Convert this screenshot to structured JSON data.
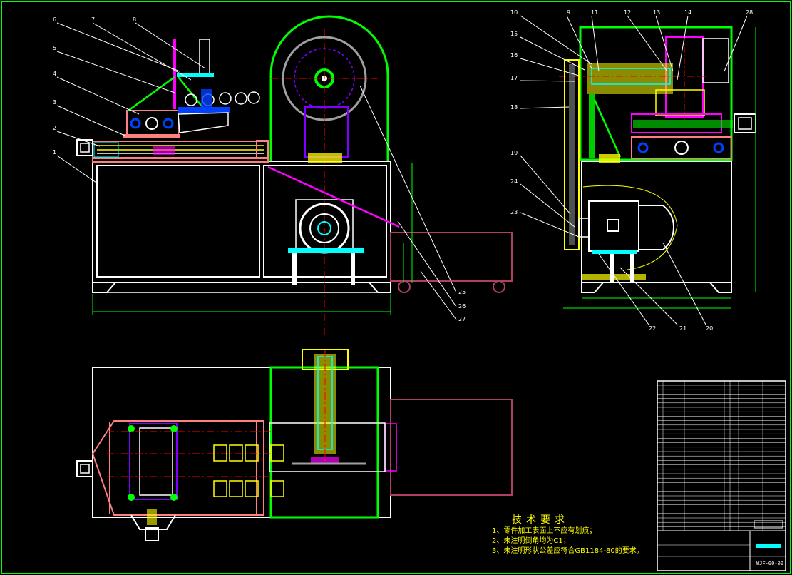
{
  "colors": {
    "background": "#000000",
    "frame": "#00ff00",
    "outline": "#ffffff",
    "base": "#ff8080",
    "leader": "#ffffff",
    "magenta": "#ff00ff",
    "purple": "#8000ff",
    "yellow": "#ffff00",
    "cyan": "#00ffff",
    "blue": "#0040ff",
    "red": "#ff0000",
    "maroon": "#b04060",
    "gray": "#a0a0a0"
  },
  "front_view_labels": [
    "1",
    "2",
    "3",
    "4",
    "5",
    "6",
    "7",
    "8",
    "25",
    "26",
    "27"
  ],
  "side_view_labels": [
    "9",
    "10",
    "11",
    "12",
    "13",
    "14",
    "15",
    "16",
    "17",
    "18",
    "19",
    "20",
    "21",
    "22",
    "23",
    "24",
    "28"
  ],
  "technical_requirements": {
    "title": "技术要求",
    "items": [
      "1、零件加工表面上不应有划痕；",
      "2、未注明倒角均为C1；",
      "3、未注明形状公差应符合GB1184-80的要求。"
    ]
  },
  "title_block": {
    "drawing_code": "WJF-00-00"
  }
}
